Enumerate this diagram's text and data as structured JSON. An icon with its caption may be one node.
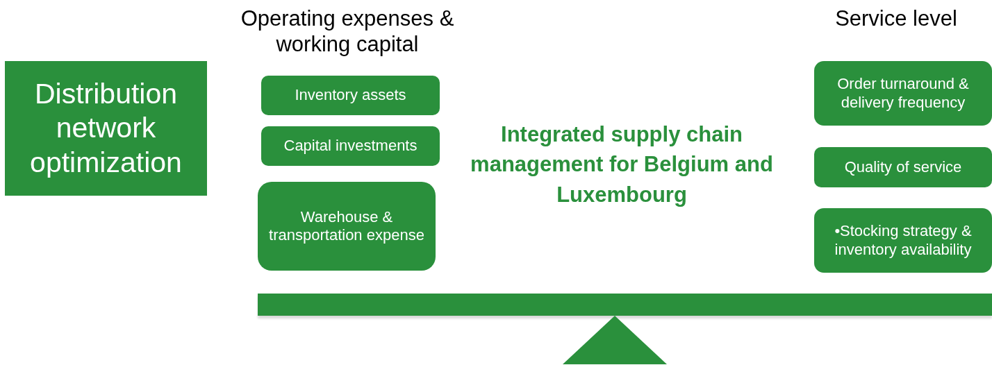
{
  "diagram": {
    "nodes": [
      {
        "text": [
          "Distribution network optimization"
        ]
      },
      {
        "text": [
          "Inventory assets"
        ]
      },
      {
        "text": [
          "Capital investments"
        ]
      },
      {
        "text": [
          "Warehouse & transportation expense"
        ]
      },
      {
        "text": [
          "Order turnaround & delivery frequency"
        ]
      },
      {
        "text": [
          "Quality of service"
        ]
      },
      {
        "text": [
          "•Stocking strategy & inventory availability"
        ]
      },
      {
        "text": [],
        "shape": "bar"
      },
      {
        "text": [],
        "shape": "triangle"
      }
    ],
    "labels": [
      "Operating expenses & working capital",
      "Service level",
      "Integrated supply chain management for Belgium and Luxembourg"
    ]
  }
}
